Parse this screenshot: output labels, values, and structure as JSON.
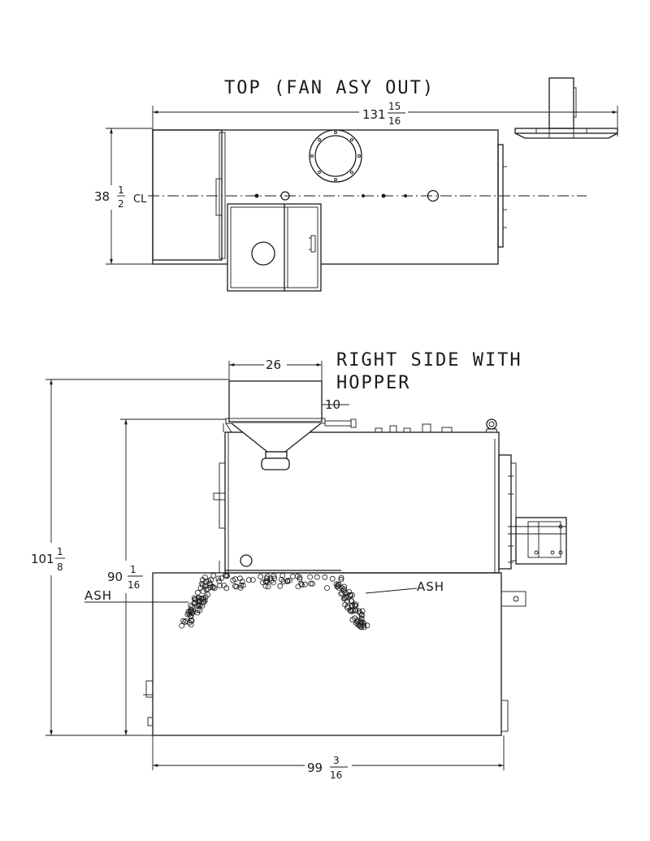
{
  "views": {
    "top": {
      "title": "TOP (FAN ASY OUT)",
      "length_dim": {
        "whole": "131",
        "num": "15",
        "den": "16"
      },
      "width_dim": {
        "whole": "38",
        "num": "1",
        "den": "2"
      },
      "centerline_symbol": "CL"
    },
    "side": {
      "title_line1": "RIGHT SIDE WITH",
      "title_line2": "HOPPER",
      "hopper_width_dim": "26",
      "offset_dim": "10",
      "overall_height_dim": {
        "whole": "101",
        "num": "1",
        "den": "8"
      },
      "body_height_dim": {
        "whole": "90",
        "num": "1",
        "den": "16"
      },
      "base_length_dim": {
        "whole": "99",
        "num": "3",
        "den": "16"
      },
      "ash_label_left": "ASH",
      "ash_label_right": "ASH"
    }
  }
}
